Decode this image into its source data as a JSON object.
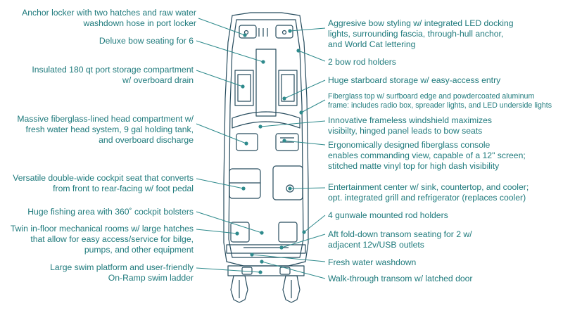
{
  "colors": {
    "text": "#1f7a7c",
    "leader": "#2e8a8c",
    "dot": "#2e8a8c",
    "boat": "#274c5e",
    "boat_fill": "#ffffff"
  },
  "callouts": {
    "anchor_locker": {
      "lines": [
        "Anchor locker with two hatches and raw water",
        "washdown hose in port locker"
      ]
    },
    "bow_seating": {
      "lines": [
        "Deluxe bow seating for 6"
      ]
    },
    "port_storage": {
      "lines": [
        "Insulated 180 qt port storage compartment",
        "w/ overboard drain"
      ]
    },
    "head_compartment": {
      "lines": [
        "Massive fiberglass-lined head compartment w/",
        "fresh water head system, 9 gal holding tank,",
        "and overboard discharge"
      ]
    },
    "cockpit_seat": {
      "lines": [
        "Versatile double-wide cockpit seat that converts",
        "from front to rear-facing w/ foot pedal"
      ]
    },
    "fishing_area": {
      "lines": [
        "Huge fishing area with 360˚ cockpit bolsters"
      ]
    },
    "mechanical_rooms": {
      "lines": [
        "Twin in-floor mechanical rooms w/ large hatches",
        "that allow for easy access/service for bilge,",
        "pumps, and other equipment"
      ]
    },
    "swim_platform": {
      "lines": [
        "Large swim platform and user-friendly",
        "On-Ramp swim ladder"
      ]
    },
    "bow_styling": {
      "lines": [
        "Aggresive bow styling w/ integrated LED docking",
        "lights, surrounding fascia, through-hull anchor,",
        "and World Cat lettering"
      ]
    },
    "rod_holders_bow": {
      "lines": [
        "2 bow rod holders"
      ]
    },
    "starboard_storage": {
      "lines": [
        "Huge starboard storage w/ easy-access entry"
      ]
    },
    "fiberglass_top": {
      "lines": [
        "Fiberglass top w/ surfboard edge and powdercoated aluminum",
        "frame: includes radio box, spreader lights, and LED underside lights"
      ]
    },
    "windshield": {
      "lines": [
        "Innovative frameless windshield maximizes",
        "visibilty, hinged panel leads to bow seats"
      ]
    },
    "console": {
      "lines": [
        "Ergonomically designed fiberglass console",
        "enables commanding view, capable of a 12\" screen;",
        "stitched matte vinyl top for high dash visibility"
      ]
    },
    "entertainment": {
      "lines": [
        "Entertainment center w/ sink, countertop, and cooler;",
        "opt. integrated grill and refrigerator (replaces cooler)"
      ]
    },
    "gunwale_rods": {
      "lines": [
        "4 gunwale mounted rod holders"
      ]
    },
    "transom_seating": {
      "lines": [
        "Aft fold-down transom seating for 2 w/",
        "adjacent 12v/USB outlets"
      ]
    },
    "washdown": {
      "lines": [
        "Fresh water washdown"
      ]
    },
    "walkthrough": {
      "lines": [
        "Walk-through transom w/ latched door"
      ]
    }
  }
}
